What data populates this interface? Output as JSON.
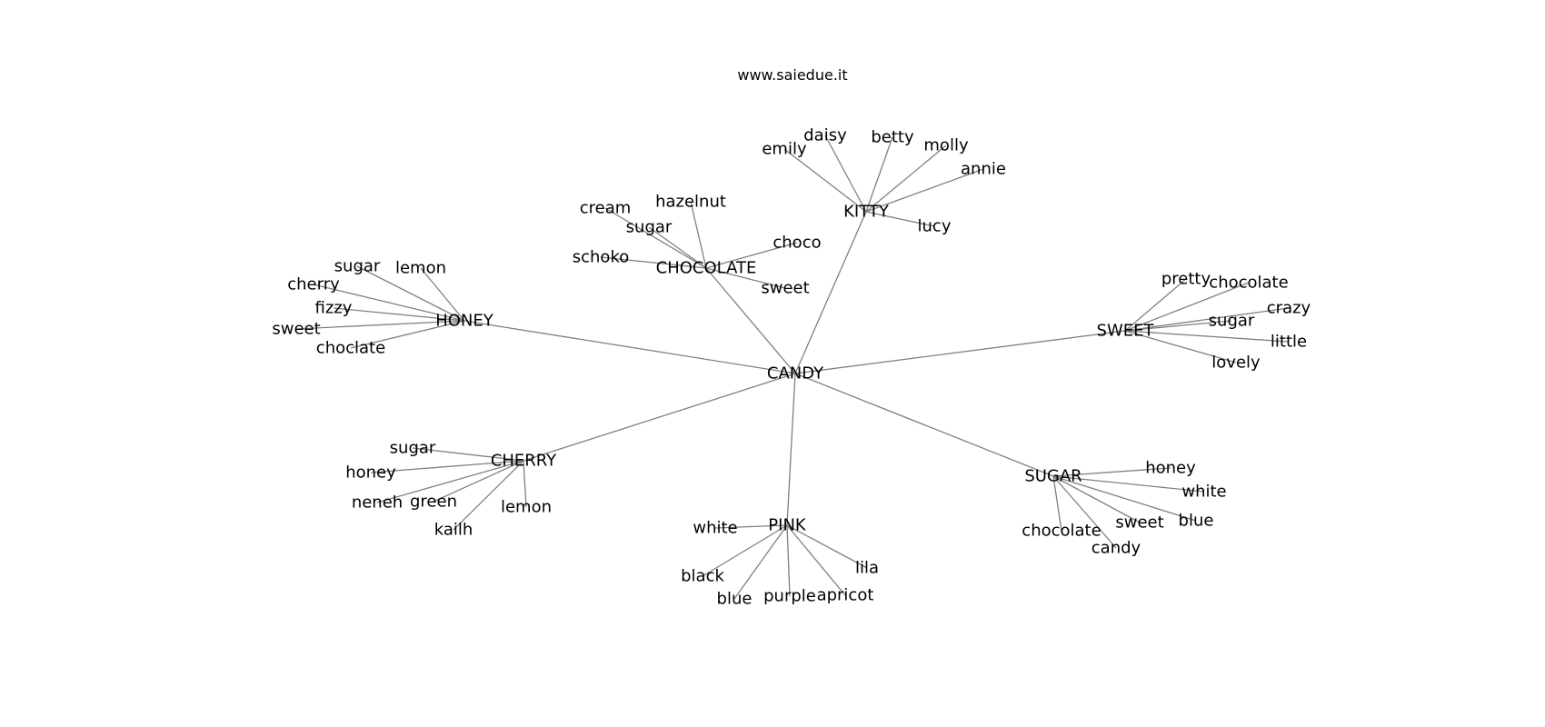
{
  "credit": "www.saiedue.it",
  "root": "CANDY",
  "groups": [
    {
      "hub": "KITTY",
      "leaves": [
        "emily",
        "daisy",
        "betty",
        "molly",
        "annie",
        "lucy"
      ]
    },
    {
      "hub": "CHOCOLATE",
      "leaves": [
        "cream",
        "hazelnut",
        "sugar",
        "schoko",
        "choco",
        "sweet"
      ]
    },
    {
      "hub": "HONEY",
      "leaves": [
        "sugar",
        "lemon",
        "cherry",
        "fizzy",
        "sweet",
        "choclate"
      ]
    },
    {
      "hub": "SWEET",
      "leaves": [
        "pretty",
        "chocolate",
        "crazy",
        "sugar",
        "little",
        "lovely"
      ]
    },
    {
      "hub": "CHERRY",
      "leaves": [
        "sugar",
        "honey",
        "neneh",
        "green",
        "lemon",
        "kailh"
      ]
    },
    {
      "hub": "PINK",
      "leaves": [
        "white",
        "lila",
        "black",
        "blue",
        "purple",
        "apricot"
      ]
    },
    {
      "hub": "SUGAR",
      "leaves": [
        "honey",
        "white",
        "sweet",
        "blue",
        "chocolate",
        "candy"
      ]
    }
  ]
}
